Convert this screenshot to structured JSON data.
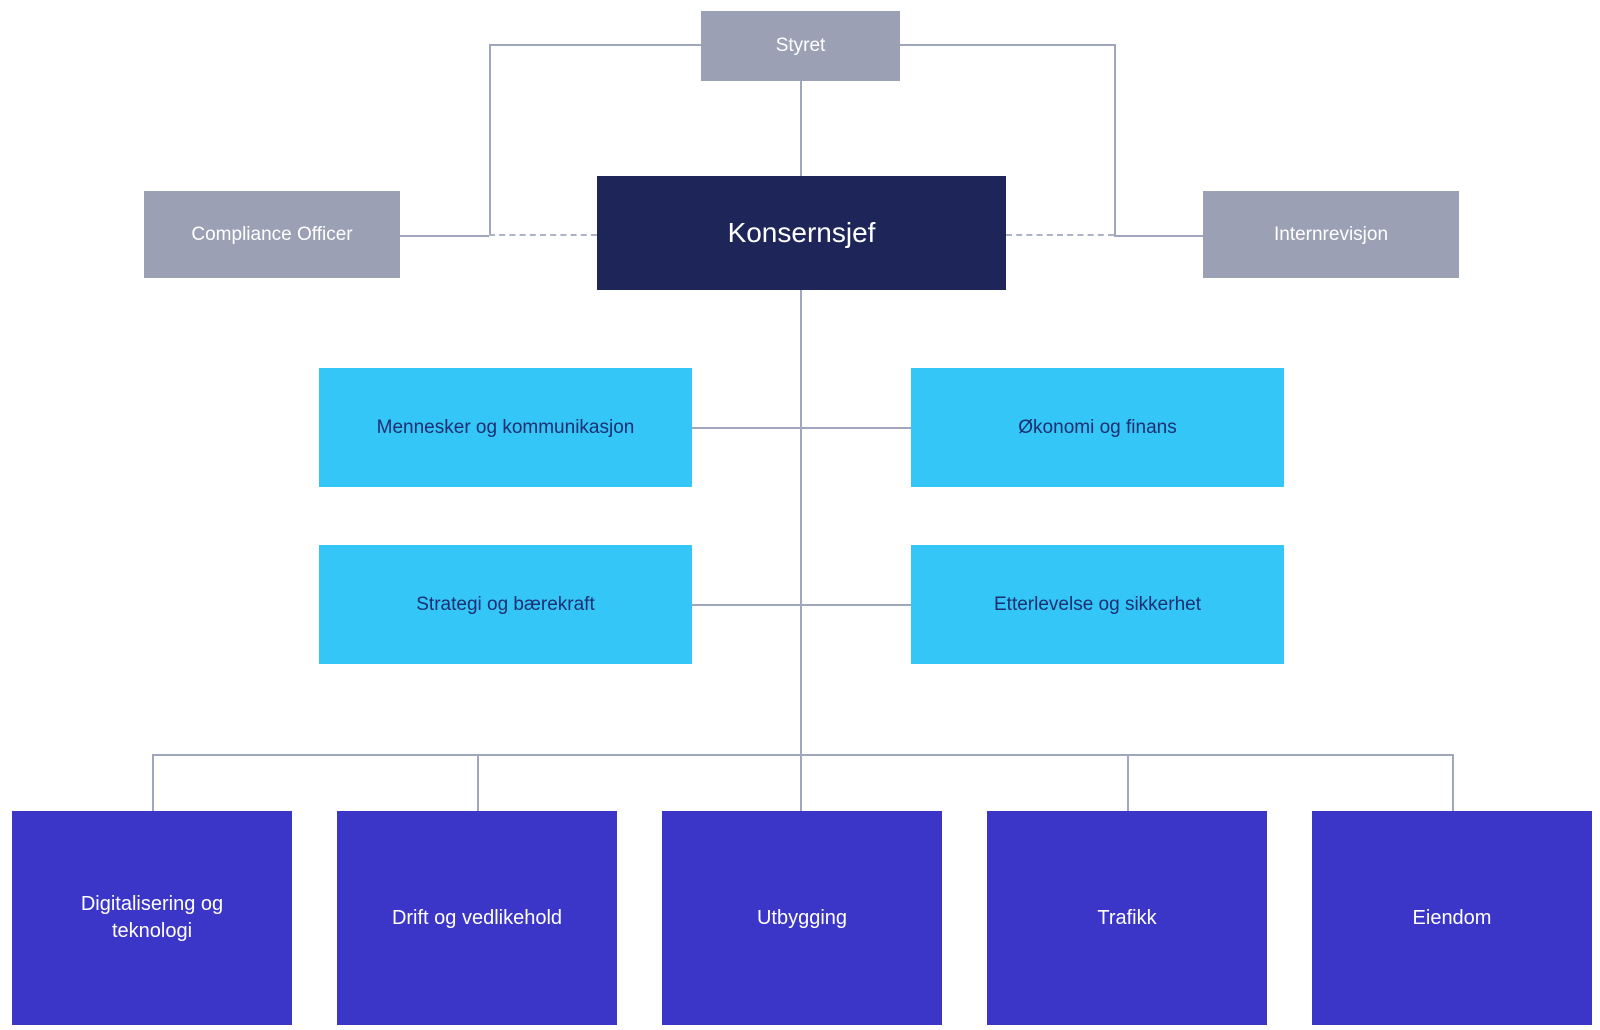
{
  "org": {
    "board": {
      "label": "Styret"
    },
    "ceo": {
      "label": "Konsernsjef"
    },
    "advisors": {
      "left": {
        "label": "Compliance Officer"
      },
      "right": {
        "label": "Internrevisjon"
      }
    },
    "staff_units": [
      {
        "label": "Mennesker og kommunikasjon"
      },
      {
        "label": "Økonomi og finans"
      },
      {
        "label": "Strategi og bærekraft"
      },
      {
        "label": "Etterlevelse og sikkerhet"
      }
    ],
    "divisions": [
      {
        "label": "Digitalisering og teknologi"
      },
      {
        "label": "Drift og vedlikehold"
      },
      {
        "label": "Utbygging"
      },
      {
        "label": "Trafikk"
      },
      {
        "label": "Eiendom"
      }
    ]
  },
  "colors": {
    "box_gray": "#9BA0B5",
    "box_navy": "#1E2659",
    "box_cyan": "#33C6F7",
    "box_purple": "#3B35C8",
    "text_on_dark": "#FFFFFF",
    "text_on_cyan": "#1C2F72",
    "connector": "#A0A6BE",
    "connector_dash": "#ADB3C7",
    "canvas_bg": "#FFFFFF"
  }
}
